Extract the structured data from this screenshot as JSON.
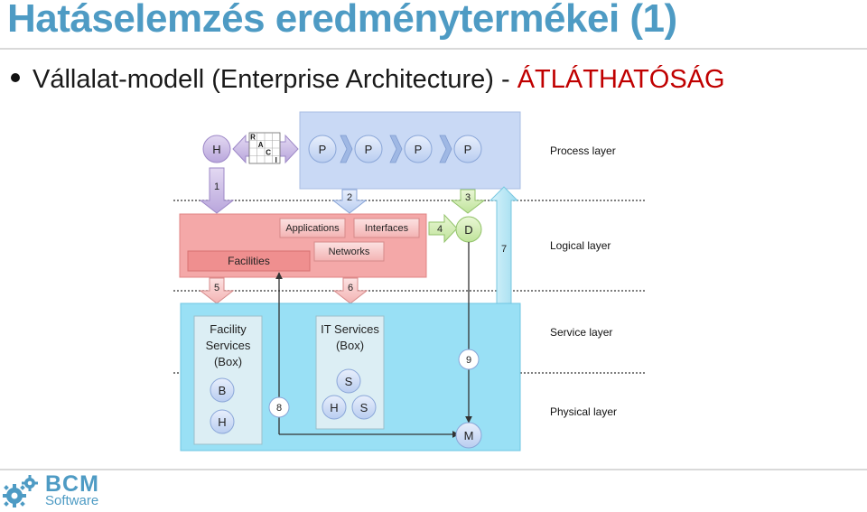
{
  "slide": {
    "title": "Hatáselemzés eredménytermékei (1)",
    "bullet_main": "Vállalat-modell (Enterprise Architecture) - ",
    "bullet_accent": "ÁTLÁTHATÓSÁG",
    "accent_color": "#c00000",
    "title_color": "#4e9bc4"
  },
  "diagram": {
    "layers": {
      "process": "Process layer",
      "logical": "Logical layer",
      "service": "Service layer",
      "physical": "Physical layer"
    },
    "process_nodes": {
      "h": "H",
      "p1": "P",
      "p2": "P",
      "p3": "P",
      "p4": "P"
    },
    "raci": {
      "r": "R",
      "a": "A",
      "c": "C",
      "i": "I"
    },
    "arrows": {
      "a1": "1",
      "a2": "2",
      "a3": "3",
      "a4": "4",
      "a5": "5",
      "a6": "6",
      "a7": "7"
    },
    "logical": {
      "applications": "Applications",
      "interfaces": "Interfaces",
      "networks": "Networks",
      "facilities": "Facilities",
      "d": "D"
    },
    "service": {
      "facility_box": [
        "Facility",
        "Services",
        "(Box)"
      ],
      "it_box": [
        "IT Services",
        "(Box)"
      ],
      "b": "B",
      "h_fac": "H",
      "s_top": "S",
      "h_it": "H",
      "s_it": "S",
      "n8": "8",
      "n9": "9",
      "m": "M"
    }
  },
  "logo": {
    "name": "BCM",
    "sub": "Software",
    "icon": "gears-icon"
  }
}
